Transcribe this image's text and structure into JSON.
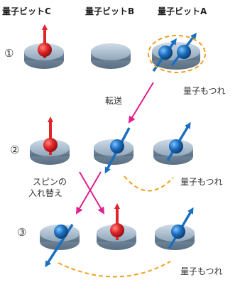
{
  "columns": {
    "c": "量子ビットC",
    "b": "量子ビットB",
    "a": "量子ビットA"
  },
  "steps": [
    "①",
    "②",
    "③"
  ],
  "transfer_label": "転送",
  "swap_label_line1": "スピンの",
  "swap_label_line2": "入れ替え",
  "entanglement_label": "量子もつれ",
  "colors": {
    "spin_red": "#e0252a",
    "spin_blue": "#1b6fc0",
    "arrow_magenta": "#e0208e",
    "entangle_orange": "#f0a020",
    "disk": "#9fb4c8"
  }
}
